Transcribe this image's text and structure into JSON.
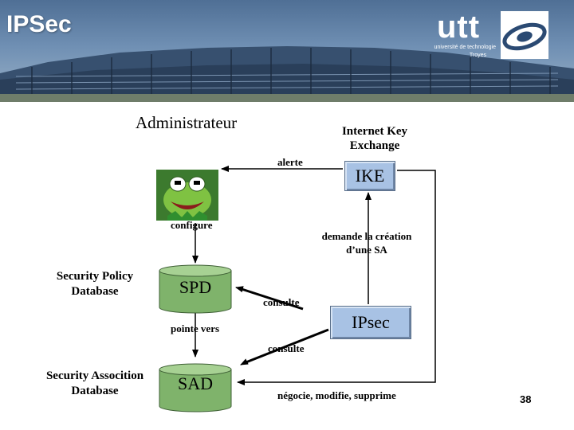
{
  "slide": {
    "title": "IPSec",
    "page_number": "38"
  },
  "logo": {
    "word": "utt",
    "subtitle_line1": "université de technologie",
    "subtitle_line2": "Troyes"
  },
  "diagram": {
    "administrator_label": "Administrateur",
    "ike_full_name": "Internet Key Exchange",
    "ike_box": "IKE",
    "spd_full_name": "Security Policy Database",
    "spd_box": "SPD",
    "sad_full_name": "Security Assocition Database",
    "sad_box": "SAD",
    "ipsec_box": "IPsec",
    "edges": {
      "alerte": "alerte",
      "configure": "configure",
      "demande": "demande la création d’une SA",
      "consulte_spd": "consulte",
      "pointe_vers": "pointe vers",
      "consulte_sad": "consulte",
      "negocie": "négocie, modifie, supprime"
    }
  },
  "colors": {
    "box_fill": "#a8c2e4",
    "db_fill": "#7fb36b",
    "banner": "#5a7aa0"
  },
  "icons": {
    "administrator": "kermit-frog-icon"
  }
}
